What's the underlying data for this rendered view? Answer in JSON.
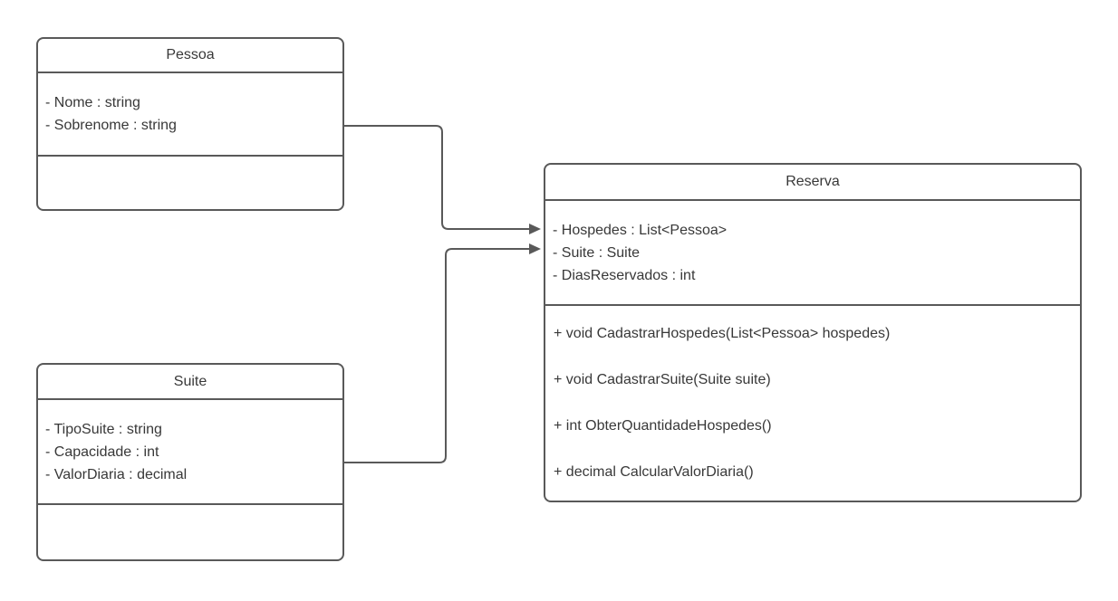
{
  "diagram": {
    "type": "uml-class-diagram",
    "colors": {
      "stroke": "#595959",
      "text": "#383838",
      "background": "#ffffff"
    },
    "classes": [
      {
        "title": "Pessoa",
        "attributes": [
          "- Nome : string",
          "- Sobrenome : string"
        ],
        "methods": []
      },
      {
        "title": "Suite",
        "attributes": [
          "- TipoSuite : string",
          "- Capacidade : int",
          "- ValorDiaria : decimal"
        ],
        "methods": []
      },
      {
        "title": "Reserva",
        "attributes": [
          "- Hospedes : List<Pessoa>",
          "- Suite : Suite",
          "- DiasReservados : int"
        ],
        "methods": [
          "+ void CadastrarHospedes(List<Pessoa> hospedes)",
          "+ void CadastrarSuite(Suite suite)",
          "+ int ObterQuantidadeHospedes()",
          "+ decimal CalcularValorDiaria()"
        ]
      }
    ],
    "relations": [
      {
        "from": "Pessoa",
        "to": "Reserva",
        "type": "directed-association"
      },
      {
        "from": "Suite",
        "to": "Reserva",
        "type": "directed-association"
      }
    ]
  }
}
